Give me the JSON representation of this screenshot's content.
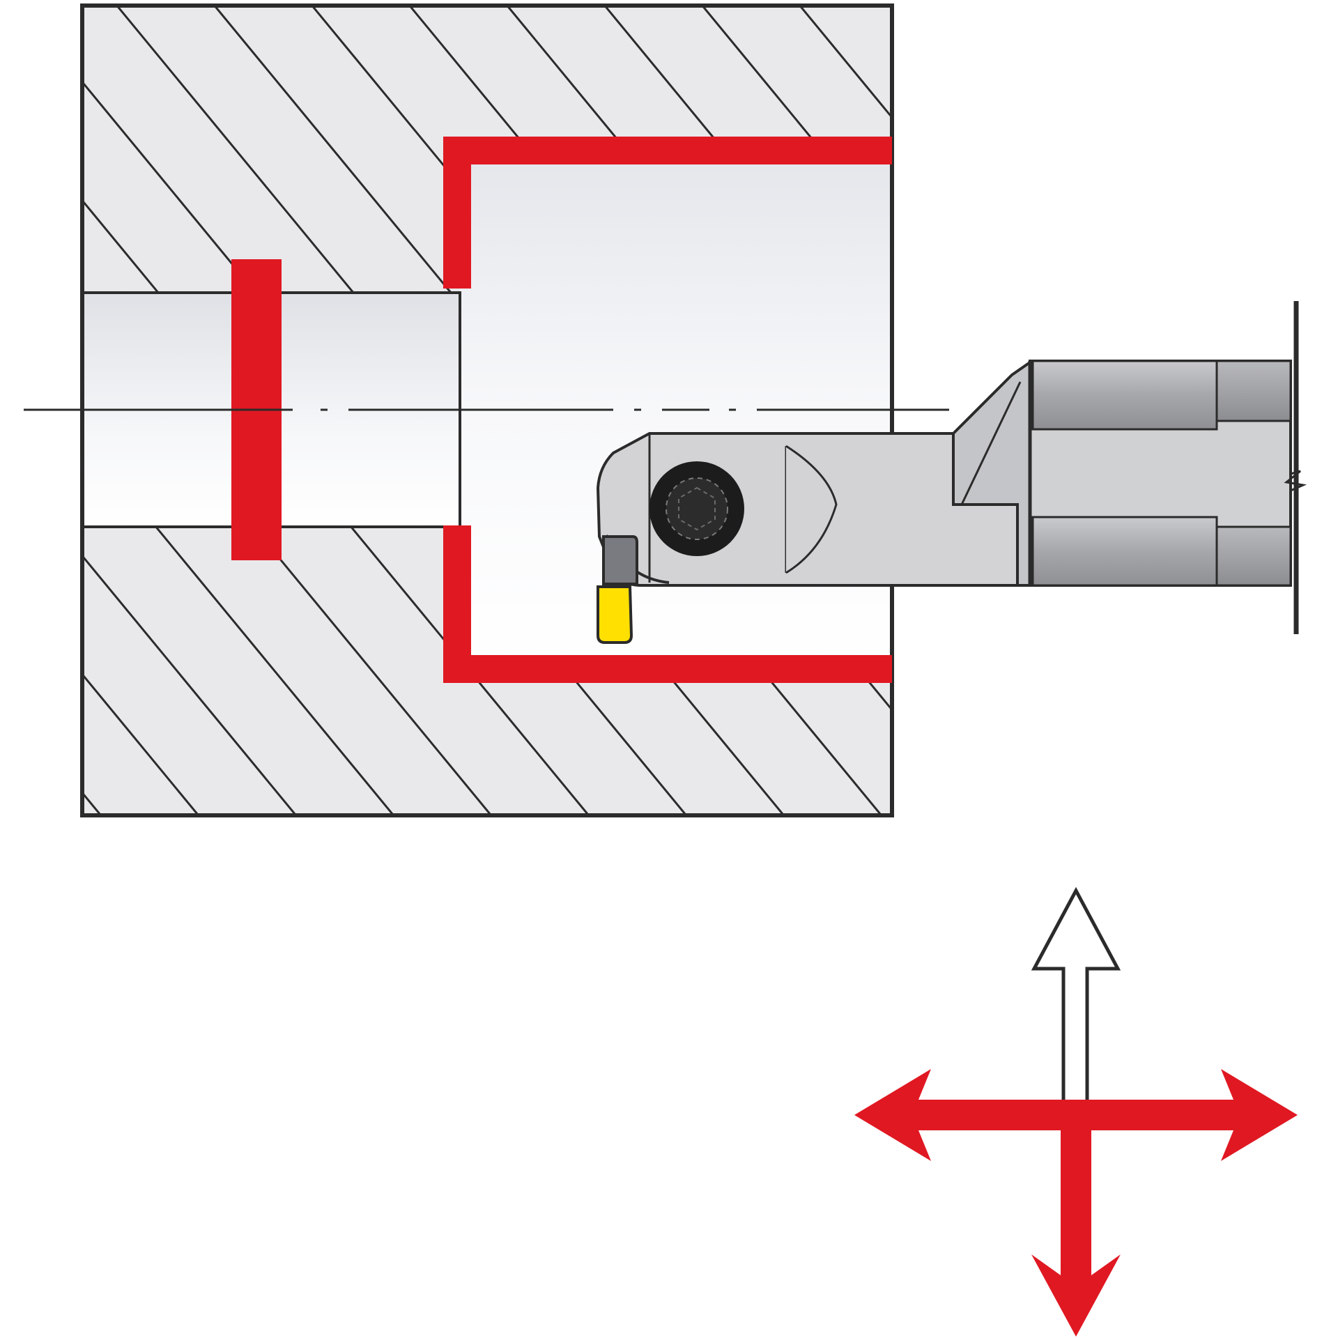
{
  "colors": {
    "background": "#ffffff",
    "outline": "#2b2b2b",
    "workpiece_fill": "#e9e9eb",
    "bore_fill": "#f2f3f6",
    "machining_red": "#e01822",
    "tool_body": "#d3d3d5",
    "tool_shank_dark": "#9b9ca0",
    "insert_yellow": "#ffe000",
    "insert_grey": "#7a7b80",
    "screw": "#1c1c1c"
  },
  "icons": {
    "workpiece": "hatched-section-icon",
    "tool": "boring-bar-icon",
    "insert": "cutting-insert-icon",
    "screw": "clamp-screw-icon",
    "feed_directions": "four-way-arrow-icon"
  },
  "feed_arrows": {
    "up": "outline",
    "left": "filled",
    "right": "filled",
    "down": "filled"
  }
}
